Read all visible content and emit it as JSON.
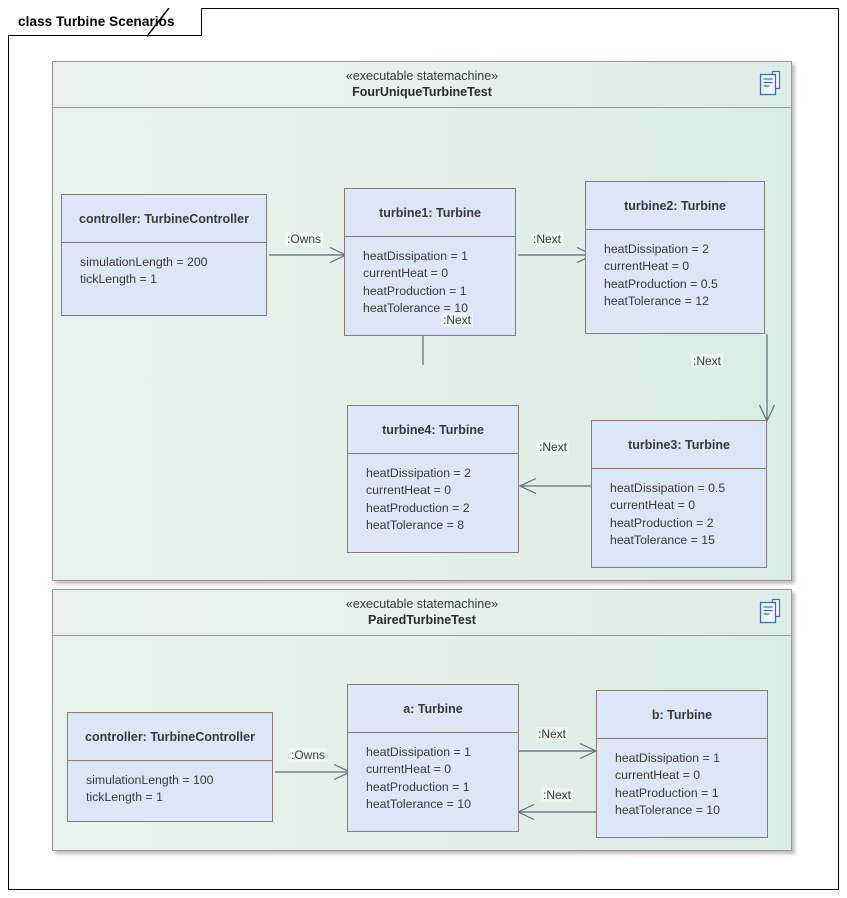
{
  "diagram": {
    "frame_label": "class Turbine Scenarios"
  },
  "packages": [
    {
      "stereotype": "«executable statemachine»",
      "name": "FourUniqueTurbineTest",
      "icon": "document-icon",
      "nodes": [
        {
          "id": "controller1",
          "title": "controller: TurbineController",
          "attributes": [
            "simulationLength = 200",
            "tickLength = 1"
          ]
        },
        {
          "id": "turbine1",
          "title": "turbine1: Turbine",
          "attributes": [
            "heatDissipation = 1",
            "currentHeat = 0",
            "heatProduction = 1",
            "heatTolerance = 10"
          ]
        },
        {
          "id": "turbine2",
          "title": "turbine2: Turbine",
          "attributes": [
            "heatDissipation = 2",
            "currentHeat = 0",
            "heatProduction = 0.5",
            "heatTolerance = 12"
          ]
        },
        {
          "id": "turbine3",
          "title": "turbine3: Turbine",
          "attributes": [
            "heatDissipation = 0.5",
            "currentHeat = 0",
            "heatProduction = 2",
            "heatTolerance = 15"
          ]
        },
        {
          "id": "turbine4",
          "title": "turbine4: Turbine",
          "attributes": [
            "heatDissipation = 2",
            "currentHeat = 0",
            "heatProduction = 2",
            "heatTolerance = 8"
          ]
        }
      ],
      "edges": [
        {
          "id": "e1",
          "label": ":Owns",
          "from": "controller1",
          "to": "turbine1"
        },
        {
          "id": "e2",
          "label": ":Next",
          "from": "turbine1",
          "to": "turbine2"
        },
        {
          "id": "e3",
          "label": ":Next",
          "from": "turbine2",
          "to": "turbine3"
        },
        {
          "id": "e4",
          "label": ":Next",
          "from": "turbine3",
          "to": "turbine4"
        },
        {
          "id": "e5",
          "label": ":Next",
          "from": "turbine4",
          "to": "turbine1"
        }
      ]
    },
    {
      "stereotype": "«executable statemachine»",
      "name": "PairedTurbineTest",
      "icon": "document-icon",
      "nodes": [
        {
          "id": "controller2",
          "title": "controller: TurbineController",
          "attributes": [
            "simulationLength = 100",
            "tickLength = 1"
          ]
        },
        {
          "id": "turbineA",
          "title": "a: Turbine",
          "attributes": [
            "heatDissipation = 1",
            "currentHeat = 0",
            "heatProduction = 1",
            "heatTolerance = 10"
          ]
        },
        {
          "id": "turbineB",
          "title": "b: Turbine",
          "attributes": [
            "heatDissipation = 1",
            "currentHeat = 0",
            "heatProduction = 1",
            "heatTolerance = 10"
          ]
        }
      ],
      "edges": [
        {
          "id": "e6",
          "label": ":Owns",
          "from": "controller2",
          "to": "turbineA"
        },
        {
          "id": "e7",
          "label": ":Next",
          "from": "turbineA",
          "to": "turbineB"
        },
        {
          "id": "e8",
          "label": ":Next",
          "from": "turbineB",
          "to": "turbineA"
        }
      ]
    }
  ],
  "colors": {
    "package_fill": "#e4f0e8",
    "package_border": "#9e9892",
    "node_fill": "#dce6f7",
    "node_border": "#8a7b73",
    "connector": "#5c6a78",
    "icon_blue": "#3a6fc4",
    "text": "#3c3935"
  }
}
